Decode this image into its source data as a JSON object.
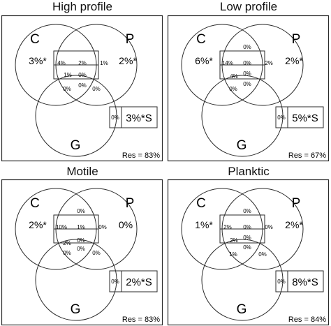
{
  "panels": [
    {
      "title": "High profile",
      "labels": {
        "C": "C",
        "P": "P",
        "G": "G"
      },
      "values": {
        "c_only": "3%*",
        "p_only": "2%*",
        "cp_left": "4%",
        "cp_mid": "2%",
        "cp_right": "1%",
        "cg": "1%",
        "cpg": "0%",
        "pg": "0%",
        "g_left": "0%",
        "g_right": "0%",
        "s_small": "0%",
        "s_main": "3%*S",
        "res": "Res = 83%"
      }
    },
    {
      "title": "Low profile",
      "labels": {
        "C": "C",
        "P": "P",
        "G": "G"
      },
      "values": {
        "c_only": "6%*",
        "p_only": "2%*",
        "cp_top": "0%",
        "cp_left": "14%",
        "cp_mid": "0%",
        "cp_right": "2%",
        "cg": "4%",
        "cpg": "0%",
        "pg": "0%",
        "g_left": "0%",
        "s_small": "0%",
        "s_main": "5%*S",
        "res": "Res = 67%"
      }
    },
    {
      "title": "Motile",
      "labels": {
        "C": "C",
        "P": "P",
        "G": "G"
      },
      "values": {
        "c_only": "2%*",
        "p_only": "0%",
        "cp_top": "0%",
        "cp_left": "10%",
        "cp_mid": "1%",
        "cp_right": "0%",
        "cg": "2%",
        "cpg": "0%",
        "pg": "0%",
        "g_left": "0%",
        "g_right": "0%",
        "s_small": "0%",
        "s_main": "2%*S",
        "res": "Res = 83%"
      }
    },
    {
      "title": "Planktic",
      "labels": {
        "C": "C",
        "P": "P",
        "G": "G"
      },
      "values": {
        "c_only": "1%*",
        "p_only": "2%*",
        "cp_top": "0%",
        "cp_left": "2%",
        "cp_mid": "0%",
        "cp_right": "0%",
        "cg": "2%",
        "cpg": "0%",
        "pg": "0%",
        "g_left": "1%",
        "g_right": "0%",
        "s_small": "0%",
        "s_main": "8%*S",
        "res": "Res = 84%"
      }
    }
  ]
}
